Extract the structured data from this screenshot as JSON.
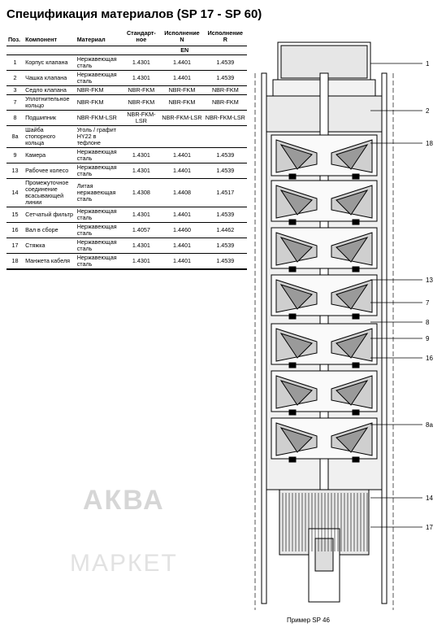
{
  "title": "Спецификация материалов (SP 17 - SP 60)",
  "table": {
    "headers": {
      "pos": "Поз.",
      "component": "Компонент",
      "material": "Материал",
      "standard": "Стандарт-ное",
      "version_n": "Исполнение N",
      "version_r": "Исполнение R"
    },
    "standard_label": "EN",
    "rows": [
      {
        "pos": "1",
        "component": "Корпус клапана",
        "material": "Нержавеющая сталь",
        "std": "1.4301",
        "n": "1.4401",
        "r": "1.4539"
      },
      {
        "pos": "2",
        "component": "Чашка клапана",
        "material": "Нержавеющая сталь",
        "std": "1.4301",
        "n": "1.4401",
        "r": "1.4539"
      },
      {
        "pos": "3",
        "component": "Седло клапана",
        "material": "NBR-FKM",
        "std": "NBR-FKM",
        "n": "NBR-FKM",
        "r": "NBR-FKM"
      },
      {
        "pos": "7",
        "component": "Уплотнительное кольцо",
        "material": "NBR-FKM",
        "std": "NBR-FKM",
        "n": "NBR-FKM",
        "r": "NBR-FKM"
      },
      {
        "pos": "8",
        "component": "Подшипник",
        "material": "NBR-FKM-LSR",
        "std": "NBR-FKM-LSR",
        "n": "NBR-FKM-LSR",
        "r": "NBR-FKM-LSR"
      },
      {
        "pos": "8a",
        "component": "Шайба стопорного кольца",
        "material": "Уголь / графит HY22 в тефлоне",
        "std": "",
        "n": "",
        "r": ""
      },
      {
        "pos": "9",
        "component": "Камера",
        "material": "Нержавеющая сталь",
        "std": "1.4301",
        "n": "1.4401",
        "r": "1.4539"
      },
      {
        "pos": "13",
        "component": "Рабочее колесо",
        "material": "Нержавеющая сталь",
        "std": "1.4301",
        "n": "1.4401",
        "r": "1.4539"
      },
      {
        "pos": "14",
        "component": "Промежуточное соединение всасывающей линии",
        "material": "Литая нержавеющая сталь",
        "std": "1.4308",
        "n": "1.4408",
        "r": "1.4517"
      },
      {
        "pos": "15",
        "component": "Сетчатый фильтр",
        "material": "Нержавеющая сталь",
        "std": "1.4301",
        "n": "1.4401",
        "r": "1.4539"
      },
      {
        "pos": "16",
        "component": "Вал в сборе",
        "material": "Нержавеющая сталь",
        "std": "1.4057",
        "n": "1.4460",
        "r": "1.4462"
      },
      {
        "pos": "17",
        "component": "Стяжка",
        "material": "Нержавеющая сталь",
        "std": "1.4301",
        "n": "1.4401",
        "r": "1.4539"
      },
      {
        "pos": "18",
        "component": "Манжета кабеля",
        "material": "Нержавеющая сталь",
        "std": "1.4301",
        "n": "1.4401",
        "r": "1.4539"
      }
    ]
  },
  "callouts": [
    "1",
    "2",
    "18",
    "13",
    "7",
    "8",
    "9",
    "16",
    "8a",
    "14",
    "17"
  ],
  "caption": "Пример SP 46",
  "watermark": {
    "line1": "АКВА",
    "line2": "МАРКЕТ"
  }
}
